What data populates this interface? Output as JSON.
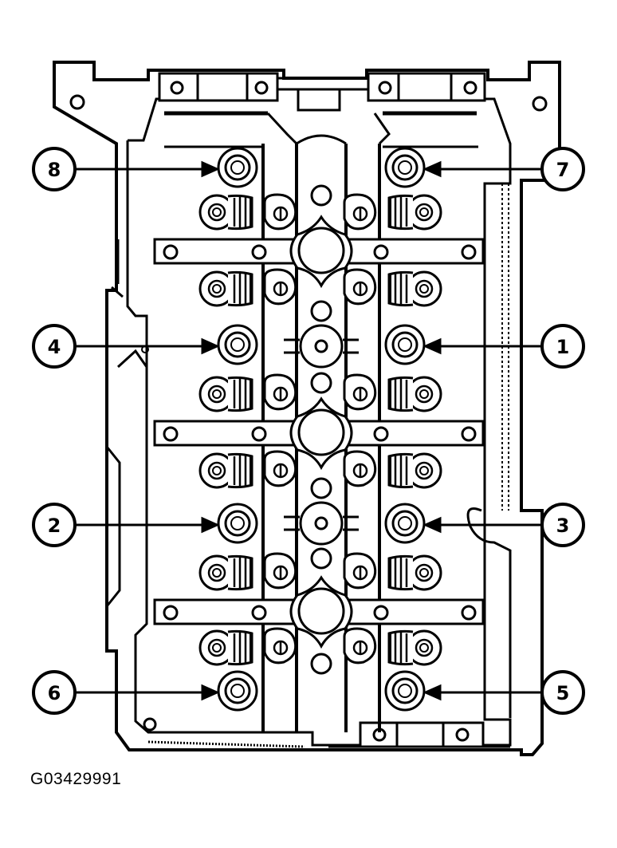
{
  "figure_id": "G03429991",
  "callouts": [
    {
      "label": "8",
      "bolt": "bolt-top-left"
    },
    {
      "label": "7",
      "bolt": "bolt-top-right"
    },
    {
      "label": "4",
      "bolt": "bolt-upper-middle-left"
    },
    {
      "label": "1",
      "bolt": "bolt-upper-middle-right"
    },
    {
      "label": "2",
      "bolt": "bolt-lower-middle-left"
    },
    {
      "label": "3",
      "bolt": "bolt-lower-middle-right"
    },
    {
      "label": "6",
      "bolt": "bolt-bottom-left"
    },
    {
      "label": "5",
      "bolt": "bolt-bottom-right"
    }
  ],
  "colors": {
    "line": "#000000",
    "background": "#ffffff"
  }
}
